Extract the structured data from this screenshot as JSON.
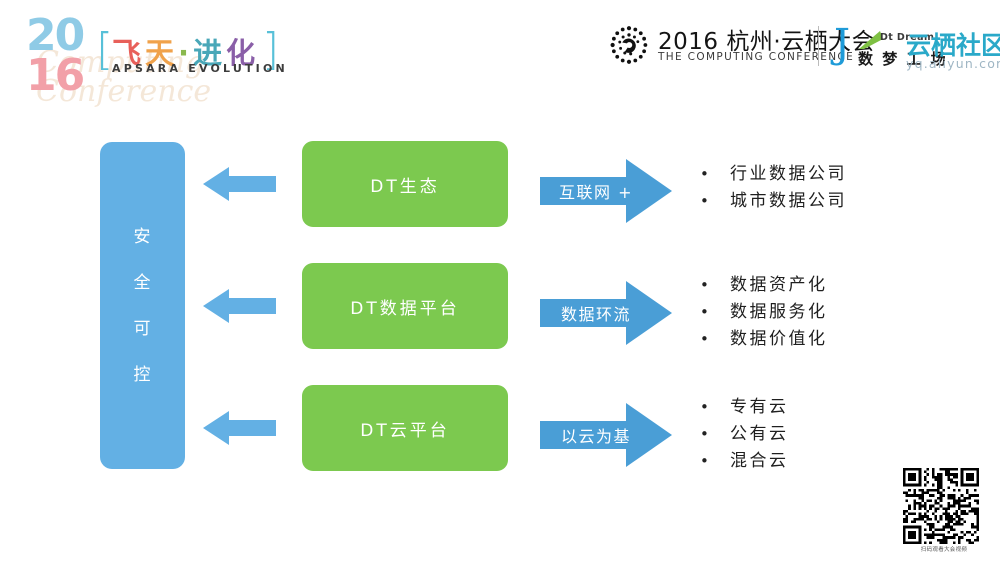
{
  "header": {
    "left_logo": {
      "year_top": "20",
      "year_bottom": "16",
      "ghost_text": "Computing\nConference",
      "bracket_left": "[",
      "bracket_right": "]",
      "cn_chars": [
        "飞",
        "天",
        "·",
        "进",
        "化"
      ],
      "en_subtitle": "APSARA EVOLUTION"
    },
    "right_logo": {
      "conference_mark": "computing-conference-mark-icon",
      "title": "2016 杭州·云栖大会",
      "subtitle": "THE COMPUTING CONFERENCE",
      "divider": "vertical-divider",
      "dtdream_j": "J",
      "dtdream_en": "Dt Dream",
      "dtdream_cn": "数 梦 工 场",
      "yunqi_cn": "云栖社区",
      "yunqi_url": "yq.aliyun.com"
    }
  },
  "diagram": {
    "side_bar": {
      "label": "安全可控",
      "chars": [
        "安",
        "全",
        "可",
        "控"
      ],
      "color": "#63b0e4"
    },
    "box_color": "#7cc94f",
    "arrow_color_left": "#63b0e4",
    "arrow_color_right": "#4a9ed6",
    "rows": [
      {
        "box_label": "DT生态",
        "arrow_label": "互联网 +",
        "bullets": [
          "行业数据公司",
          "城市数据公司"
        ],
        "bullet_char": "•"
      },
      {
        "box_label": "DT数据平台",
        "arrow_label": "数据环流",
        "bullets": [
          "数据资产化",
          "数据服务化",
          "数据价值化"
        ],
        "bullet_char": "•"
      },
      {
        "box_label": "DT云平台",
        "arrow_label": "以云为基",
        "bullets": [
          "专有云",
          "公有云",
          "混合云"
        ],
        "bullet_char": "•"
      }
    ]
  },
  "qr": {
    "image_name": "qr-code",
    "caption": "扫码观看大会视频"
  }
}
